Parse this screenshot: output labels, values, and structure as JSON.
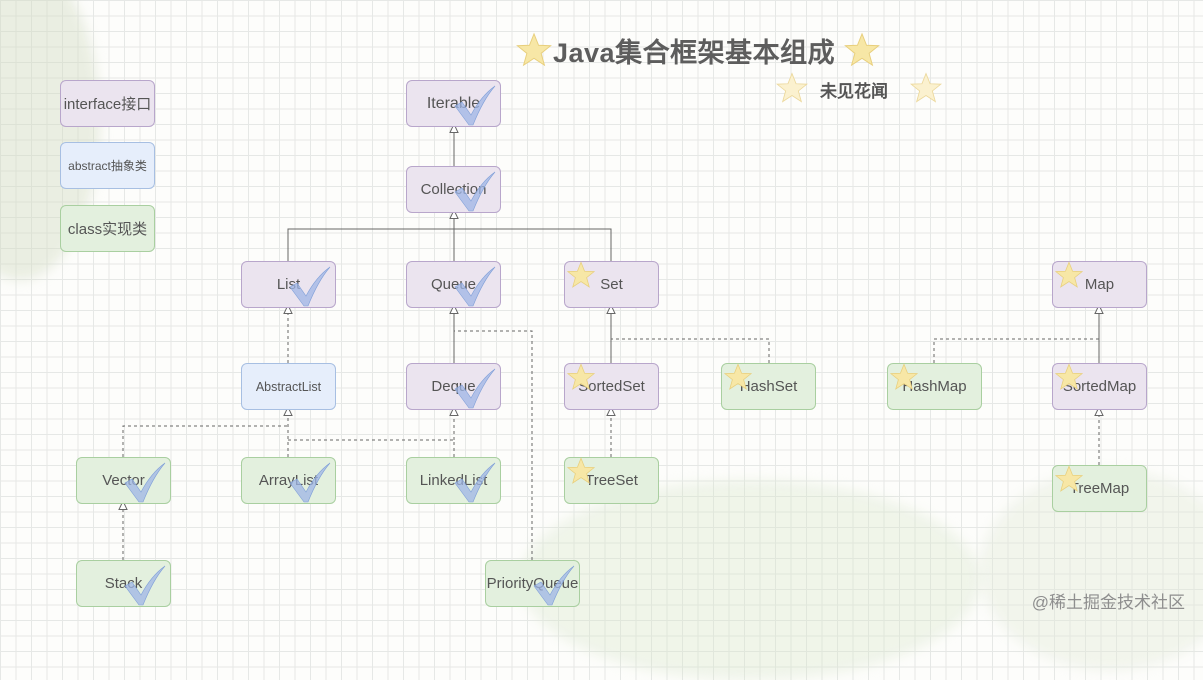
{
  "title": "Java集合框架基本组成",
  "subtitle": "未见花闻",
  "watermark": "@稀土掘金技术社区",
  "legend": {
    "interface": "interface接口",
    "abstract": "abstract抽象类",
    "class": "class实现类"
  },
  "nodes": {
    "iterable": "Iterable",
    "collection": "Collection",
    "list": "List",
    "queue": "Queue",
    "set": "Set",
    "map": "Map",
    "abstractlist": "AbstractList",
    "deque": "Deque",
    "sortedset": "SortedSet",
    "hashset": "HashSet",
    "hashmap": "HashMap",
    "sortedmap": "SortedMap",
    "vector": "Vector",
    "arraylist": "ArrayList",
    "linkedlist": "LinkedList",
    "treeset": "TreeSet",
    "treemap": "TreeMap",
    "stack": "Stack",
    "priorityqueue": "PriorityQueue"
  },
  "colors": {
    "interface_fill": "#ebe4ef",
    "abstract_fill": "#e6eefb",
    "class_fill": "#e3f0de",
    "check": "#9fb6e6",
    "star": "#f7e7a6"
  },
  "icons": {
    "check": "check-icon",
    "star": "star-icon"
  }
}
